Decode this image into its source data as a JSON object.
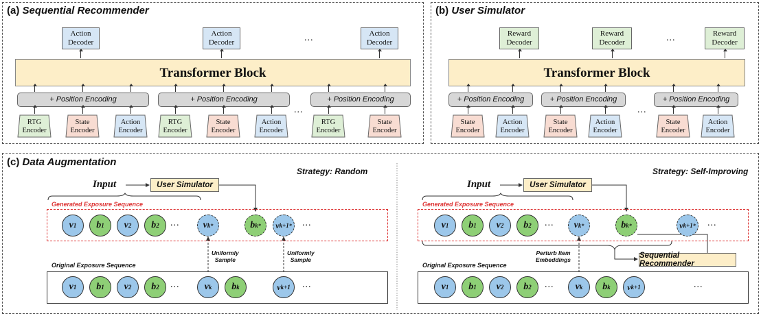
{
  "panel_a": {
    "title_prefix": "(a) ",
    "title": "Sequential Recommender",
    "decoder_label": "Action\nDecoder",
    "transformer_label": "Transformer Block",
    "position_encoding_label": "+ Position Encoding",
    "rtg_encoder": "RTG\nEncoder",
    "state_encoder": "State\nEncoder",
    "action_encoder": "Action\nEncoder",
    "ellipsis": "..."
  },
  "panel_b": {
    "title_prefix": "(b) ",
    "title": "User Simulator",
    "decoder_label": "Reward\nDecoder",
    "transformer_label": "Transformer Block",
    "position_encoding_label": "+ Position Encoding",
    "state_encoder": "State\nEncoder",
    "action_encoder": "Action\nEncoder",
    "ellipsis": "..."
  },
  "panel_c": {
    "title_prefix": "(c) ",
    "title": "Data Augmentation",
    "input_label": "Input",
    "user_simulator_label": "User Simulator",
    "sequential_recommender_label": "Sequential Recommender",
    "generated_label": "Generated Exposure Sequence",
    "original_label": "Original Exposure Sequence",
    "strategy_random": "Strategy: Random",
    "strategy_self": "Strategy: Self-Improving",
    "uniformly_sample": "Uniformly\nSample",
    "perturb_label": "Perturb Item\nEmbeddings",
    "ellipsis": "..."
  },
  "colors": {
    "blue_box": "#d6e6f5",
    "green_box": "#deefd6",
    "pink_box": "#f8dcd2",
    "yellow_box": "#fdeec8",
    "grey_box": "#d7d7d7",
    "blue_circle": "#9cc7ea",
    "green_circle": "#8ecf76",
    "red_dashed": "#dd3333"
  }
}
